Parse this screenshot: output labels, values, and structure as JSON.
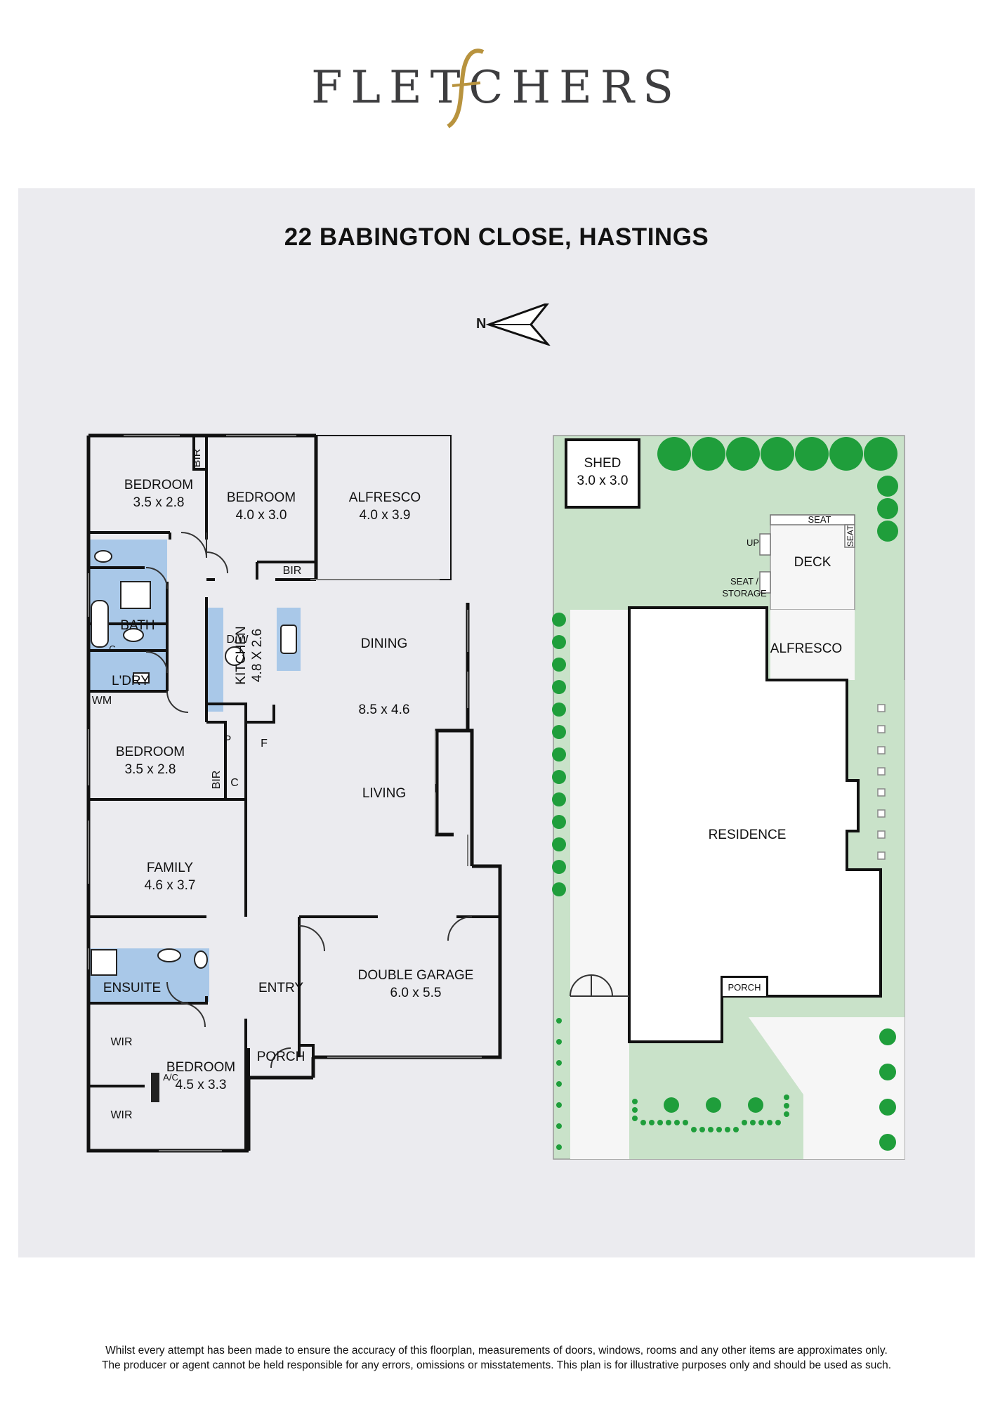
{
  "brand": {
    "logo_text": "FLETCHERS"
  },
  "address": "22 BABINGTON CLOSE, HASTINGS",
  "compass": {
    "label": "N"
  },
  "floorplan": {
    "rooms": {
      "bedroom_nw": {
        "name": "BEDROOM",
        "size": "3.5 x 2.8"
      },
      "bedroom_n": {
        "name": "BEDROOM",
        "size": "4.0 x 3.0"
      },
      "alfresco": {
        "name": "ALFRESCO",
        "size": "4.0 x 3.9"
      },
      "bath": {
        "name": "BATH"
      },
      "laundry": {
        "name": "L'DRY"
      },
      "kitchen": {
        "name": "KITCHEN",
        "size": "4.8 X 2.6"
      },
      "dining": {
        "name": "DINING"
      },
      "dining_living_size": "8.5 x 4.6",
      "living": {
        "name": "LIVING"
      },
      "bedroom_w": {
        "name": "BEDROOM",
        "size": "3.5 x 2.8"
      },
      "family": {
        "name": "FAMILY",
        "size": "4.6 x 3.7"
      },
      "ensuite": {
        "name": "ENSUITE"
      },
      "entry": {
        "name": "ENTRY"
      },
      "porch": {
        "name": "PORCH"
      },
      "garage": {
        "name": "DOUBLE GARAGE",
        "size": "6.0 x 5.5"
      },
      "master": {
        "name": "BEDROOM",
        "size": "4.5 x 3.3"
      }
    },
    "labels": {
      "bir": "BIR",
      "wm": "WM",
      "c": "C",
      "dw": "D/W",
      "p": "P",
      "f": "F",
      "wir": "WIR",
      "ac": "A/C"
    }
  },
  "siteplan": {
    "shed": {
      "name": "SHED",
      "size": "3.0 x 3.0"
    },
    "seat": "SEAT",
    "up": "UP",
    "seat_storage_line1": "SEAT /",
    "seat_storage_line2": "STORAGE",
    "deck": "DECK",
    "alfresco": "ALFRESCO",
    "residence": "RESIDENCE",
    "porch": "PORCH"
  },
  "colors": {
    "wet_area": "#a9c8e8",
    "garden": "#c9e2c9",
    "tree": "#1f9e3b",
    "panel": "#ebebef",
    "gold": "#b8933e"
  },
  "disclaimer": {
    "line1": "Whilst every attempt has been made to ensure the accuracy of this floorplan, measurements of doors, windows, rooms and any other items are approximates only.",
    "line2": "The producer or agent cannot be held responsible for any errors, omissions or misstatements. This plan is for illustrative purposes only and should be used as such."
  }
}
